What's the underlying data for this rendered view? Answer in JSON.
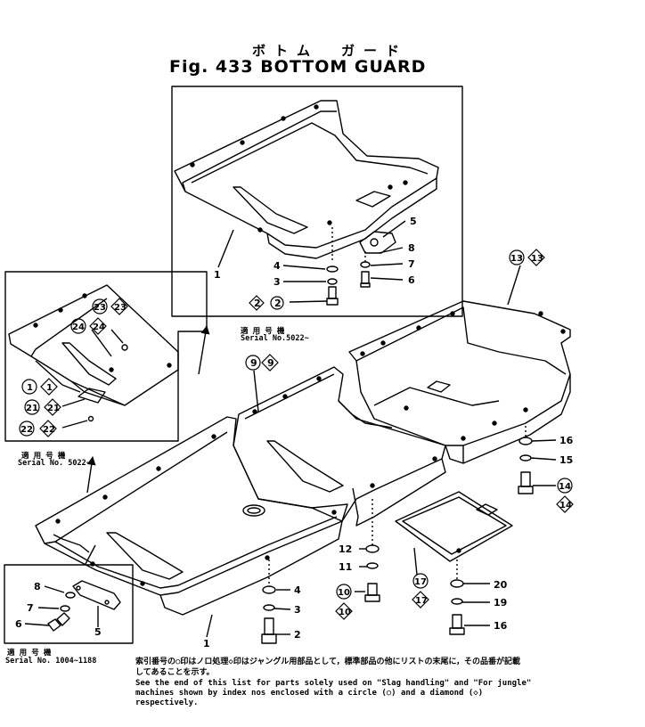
{
  "title_jp": "ボトム　ガード",
  "title": "Fig. 433   BOTTOM GUARD",
  "top_box": {
    "serial_jp": "適 用 号 機",
    "serial": "Serial No.5022~"
  },
  "left_box": {
    "serial_jp": "適 用 号 機",
    "serial": "Serial No. 5022~"
  },
  "bottom_left_box": {
    "serial_jp": "適 用 号 機",
    "serial": "Serial No. 1004~1188"
  },
  "footnote": {
    "jp_line1": "索引番号の○印はノロ処理◇印はジャングル用部品として，標準部品の他にリストの末尾に，その品番が記載",
    "jp_line2": "してあることを示す。",
    "en_line1": "See the end of this list for parts solely used on \"Slag handling\" and \"For jungle\"",
    "en_line2": "machines shown by index nos enclosed with a circle (○) and a diamond (◇)",
    "en_line3": "respectively."
  },
  "callouts": {
    "c1": "1",
    "c2": "2",
    "c3": "3",
    "c4": "4",
    "c5": "5",
    "c6": "6",
    "c7": "7",
    "c8": "8",
    "c9": "9",
    "c10": "10",
    "c11": "11",
    "c12": "12",
    "c13": "13",
    "c14": "14",
    "c15": "15",
    "c16": "16",
    "c17": "17",
    "c19": "19",
    "c20": "20",
    "c21": "21",
    "c22": "22",
    "c23": "23",
    "c24": "24"
  }
}
